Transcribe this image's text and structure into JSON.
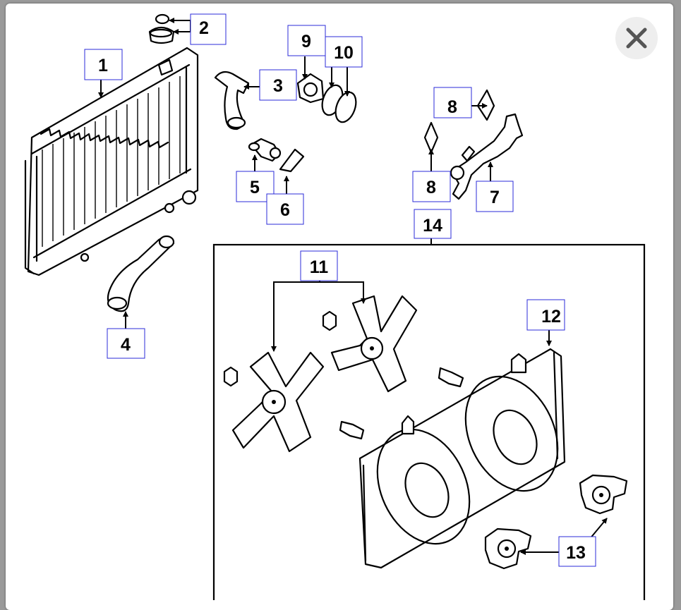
{
  "dialog": {
    "close_label": "×"
  },
  "callouts": {
    "c1": "1",
    "c2": "2",
    "c3": "3",
    "c4": "4",
    "c5": "5",
    "c6": "6",
    "c7": "7",
    "c8a": "8",
    "c8b": "8",
    "c9": "9",
    "c10": "10",
    "c11": "11",
    "c12": "12",
    "c13": "13",
    "c14": "14"
  },
  "colors": {
    "callout_border": "#2b2bd9",
    "line": "#000000",
    "backdrop": "#9a9a9a"
  },
  "icons": {
    "close": "close-icon"
  }
}
